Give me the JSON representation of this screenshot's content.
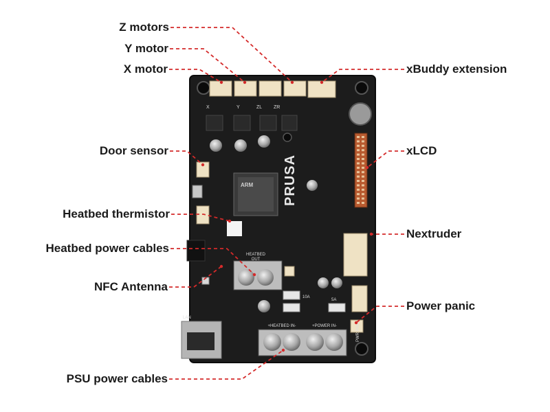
{
  "colors": {
    "leader": "#d42a2a",
    "board": "#1c1c1c",
    "board_edge": "#0c0c0c",
    "connector": "#efe2c4",
    "heatbed_connector": "#bdbdbd",
    "chip": "#3a3a3a",
    "lcd_header": "#b85a2f",
    "ethernet": "#b5b5b5",
    "label_text": "#1a1a1a"
  },
  "labels": {
    "z_motors": "Z motors",
    "y_motor": "Y motor",
    "x_motor": "X motor",
    "xbuddy_extension": "xBuddy extension",
    "door_sensor": "Door sensor",
    "xlcd": "xLCD",
    "heatbed_thermistor": "Heatbed thermistor",
    "heatbed_power_cables": "Heatbed power cables",
    "nextruder": "Nextruder",
    "nfc_antenna": "NFC Antenna",
    "power_panic": "Power panic",
    "psu_power_cables": "PSU power cables"
  },
  "board": {
    "brand": "PRUSA",
    "chip_marking": "ARM",
    "silk_heatbed_out": "HEATBED\nOUT",
    "silk_heatbed_in": "+HEATBED IN-",
    "silk_power_in": "+POWER IN-",
    "silk_pwr_pan": "PWR PAN",
    "silk_lan": "LAN",
    "silk_x": "X",
    "silk_y": "Y",
    "silk_zl": "ZL",
    "silk_zr": "ZR",
    "silk_fuse_10a": "10A",
    "silk_fuse_5a": "5A"
  }
}
